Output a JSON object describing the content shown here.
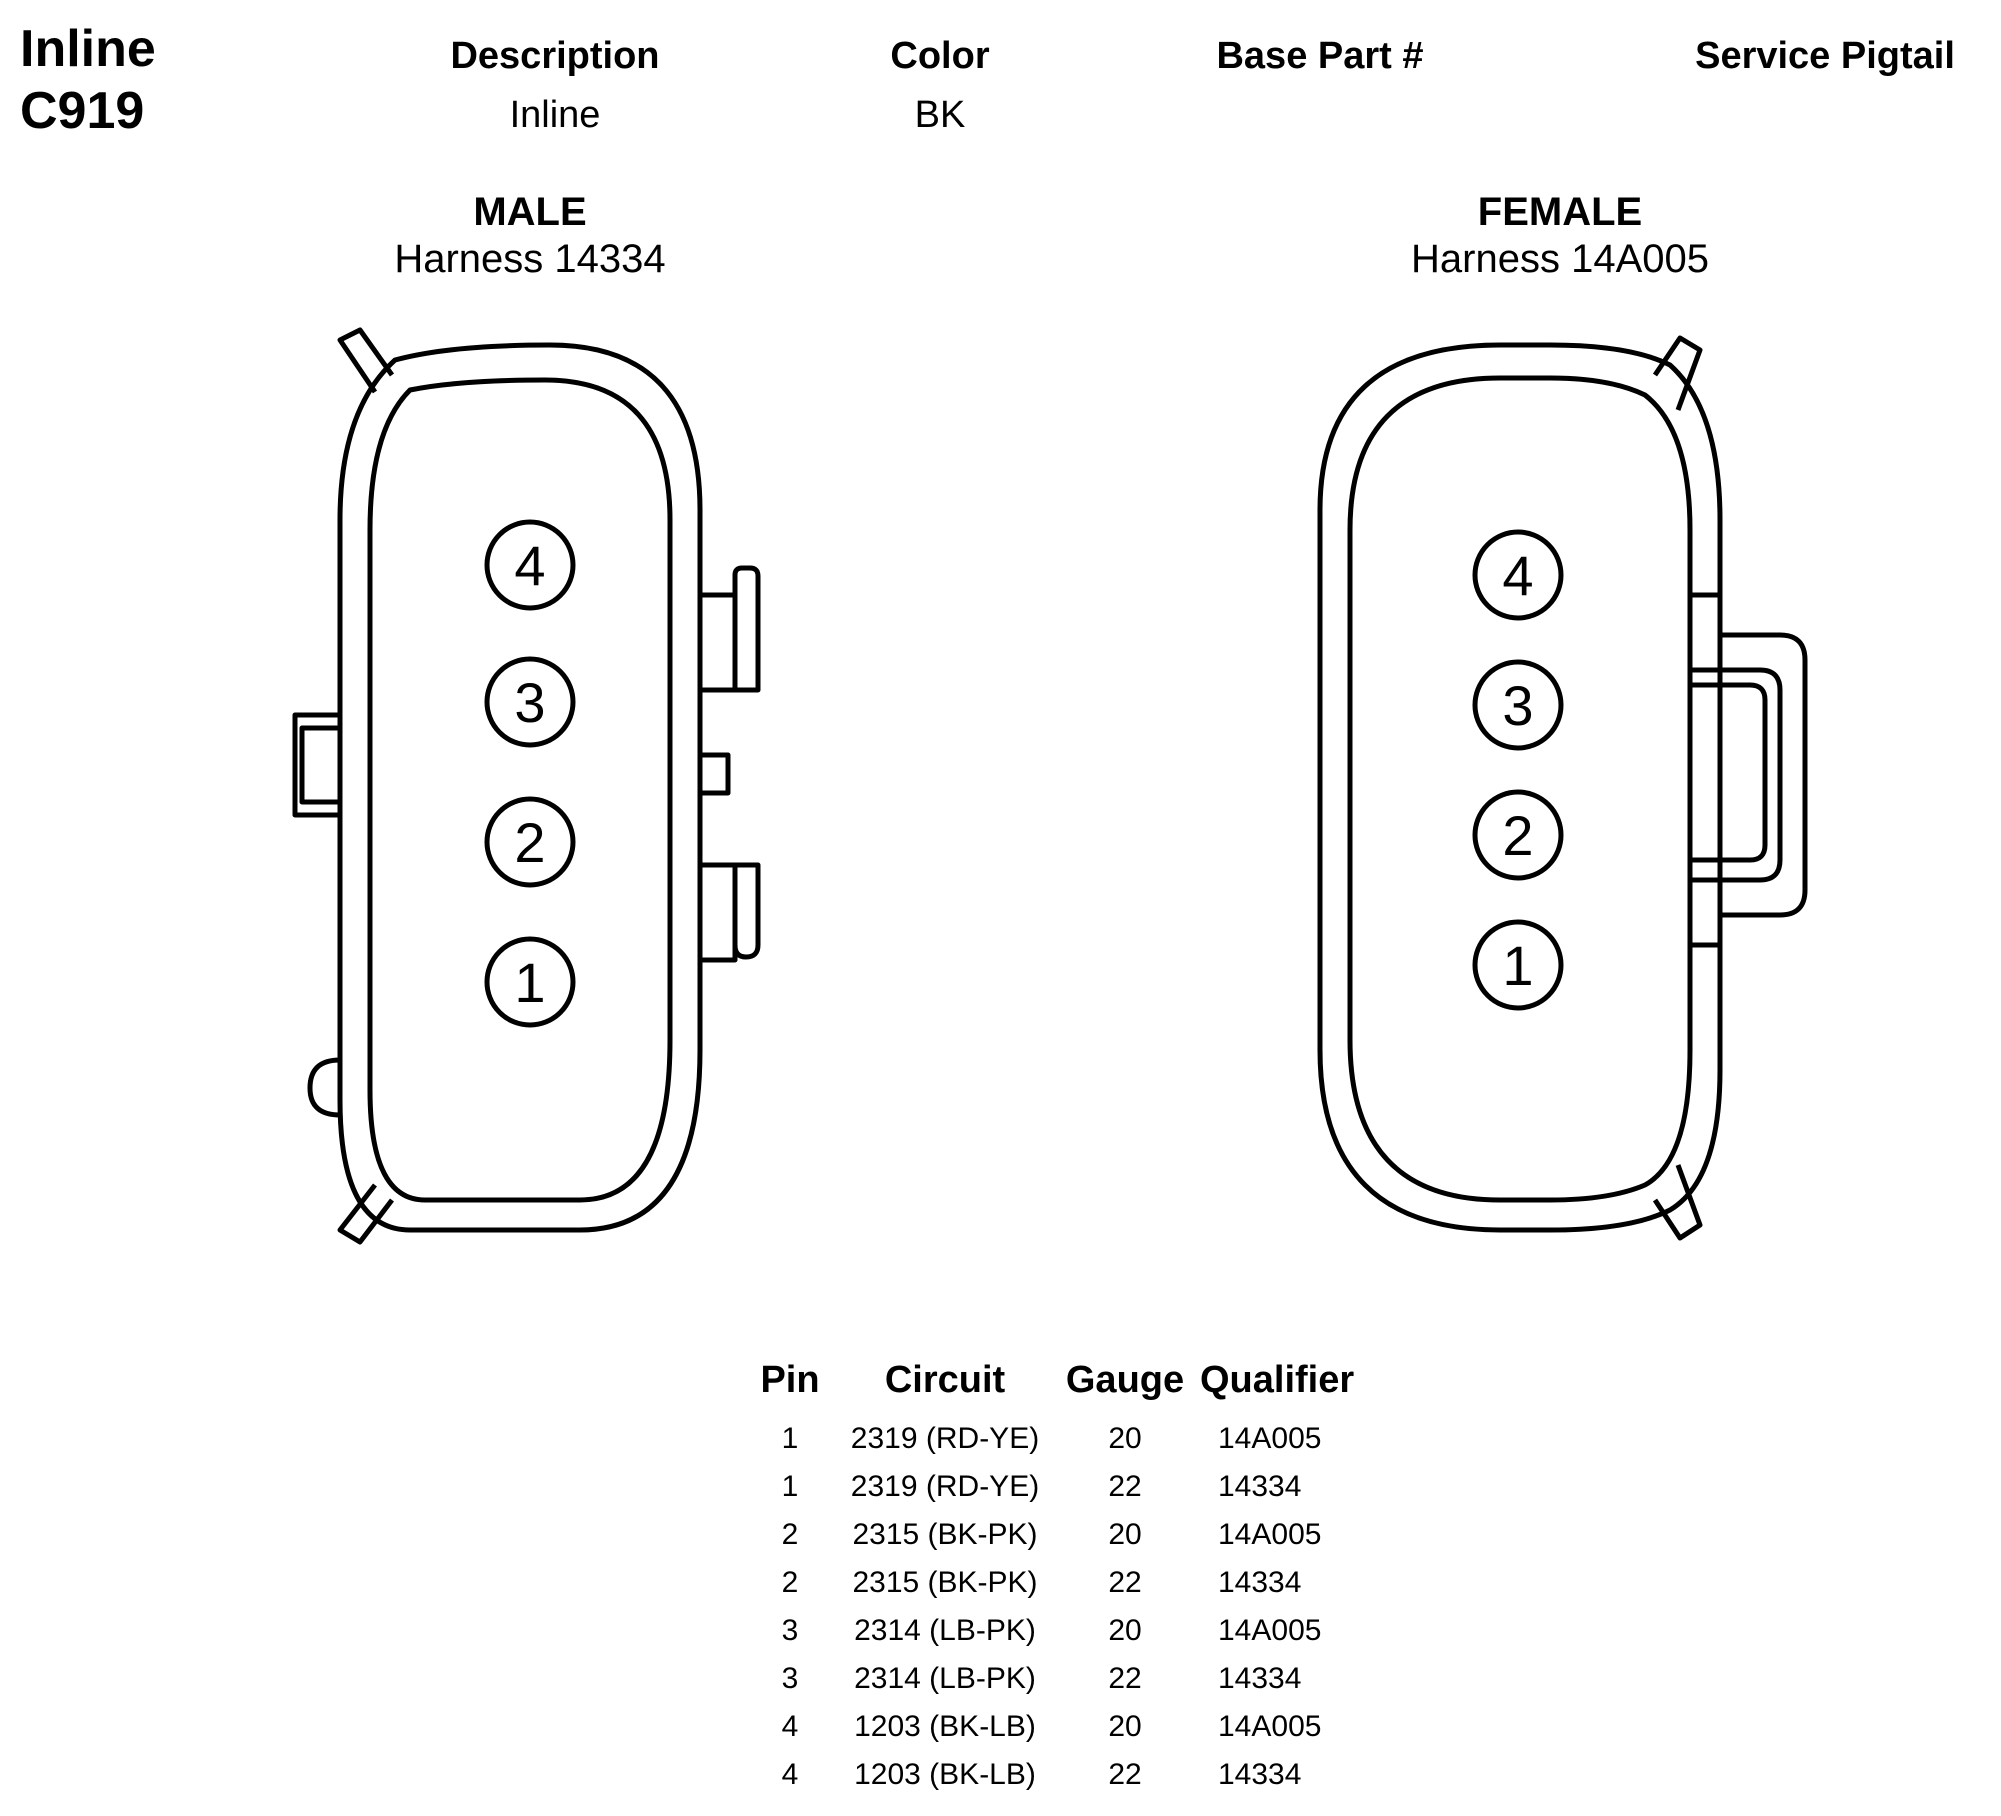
{
  "connector": {
    "title_line1": "Inline",
    "title_line2": "C919"
  },
  "header": {
    "description_label": "Description",
    "description_value": "Inline",
    "color_label": "Color",
    "color_value": "BK",
    "base_part_label": "Base Part #",
    "base_part_value": "",
    "service_pigtail_label": "Service Pigtail",
    "service_pigtail_value": ""
  },
  "male": {
    "label": "MALE",
    "harness": "Harness 14334",
    "pins": [
      "4",
      "3",
      "2",
      "1"
    ]
  },
  "female": {
    "label": "FEMALE",
    "harness": "Harness 14A005",
    "pins": [
      "4",
      "3",
      "2",
      "1"
    ]
  },
  "pin_table": {
    "columns": [
      "Pin",
      "Circuit",
      "Gauge",
      "Qualifier"
    ],
    "rows": [
      {
        "pin": "1",
        "circuit": "2319 (RD-YE)",
        "gauge": "20",
        "qualifier": "14A005"
      },
      {
        "pin": "1",
        "circuit": "2319 (RD-YE)",
        "gauge": "22",
        "qualifier": "14334"
      },
      {
        "pin": "2",
        "circuit": "2315 (BK-PK)",
        "gauge": "20",
        "qualifier": "14A005"
      },
      {
        "pin": "2",
        "circuit": "2315 (BK-PK)",
        "gauge": "22",
        "qualifier": "14334"
      },
      {
        "pin": "3",
        "circuit": "2314 (LB-PK)",
        "gauge": "20",
        "qualifier": "14A005"
      },
      {
        "pin": "3",
        "circuit": "2314 (LB-PK)",
        "gauge": "22",
        "qualifier": "14334"
      },
      {
        "pin": "4",
        "circuit": "1203 (BK-LB)",
        "gauge": "20",
        "qualifier": "14A005"
      },
      {
        "pin": "4",
        "circuit": "1203 (BK-LB)",
        "gauge": "22",
        "qualifier": "14334"
      }
    ]
  }
}
